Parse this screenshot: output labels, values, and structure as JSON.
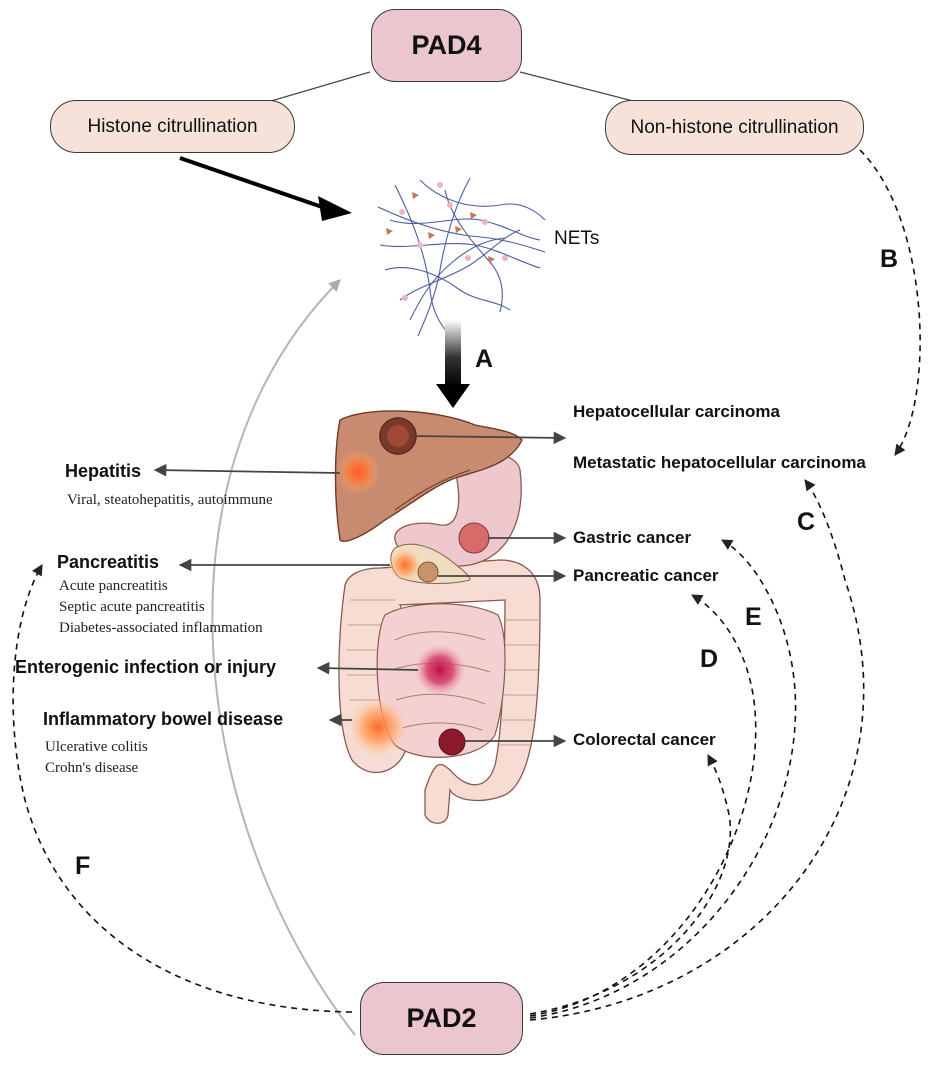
{
  "pad4": "PAD4",
  "pad2": "PAD2",
  "histone": "Histone citrullination",
  "non_histone": "Non-histone citrullination",
  "nets": "NETs",
  "letters": {
    "a": "A",
    "b": "B",
    "c": "C",
    "d": "D",
    "e": "E",
    "f": "F"
  },
  "left": {
    "hepatitis": {
      "title": "Hepatitis",
      "sub": "Viral, steatohepatitis, autoimmune"
    },
    "pancreatitis": {
      "title": "Pancreatitis",
      "sub": [
        "Acute pancreatitis",
        "Septic acute pancreatitis",
        "Diabetes-associated inflammation"
      ]
    },
    "enterogenic": "Enterogenic infection or injury",
    "ibd": {
      "title": "Inflammatory bowel disease",
      "sub": [
        "Ulcerative colitis",
        "Crohn's disease"
      ]
    }
  },
  "right": {
    "hcc": "Hepatocellular carcinoma",
    "mhcc": "Metastatic hepatocellular carcinoma",
    "gastric": "Gastric cancer",
    "pancreatic": "Pancreatic cancer",
    "colorectal": "Colorectal cancer"
  },
  "colors": {
    "pad_fill": "#ecc6cf",
    "citrullination_fill": "#f7e2da",
    "liver": "#c98b70",
    "stomach": "#eec8cd",
    "intestine": "#f4d1d1",
    "colon": "#f6dcd2",
    "nets_fiber": "#4a5fa0"
  }
}
